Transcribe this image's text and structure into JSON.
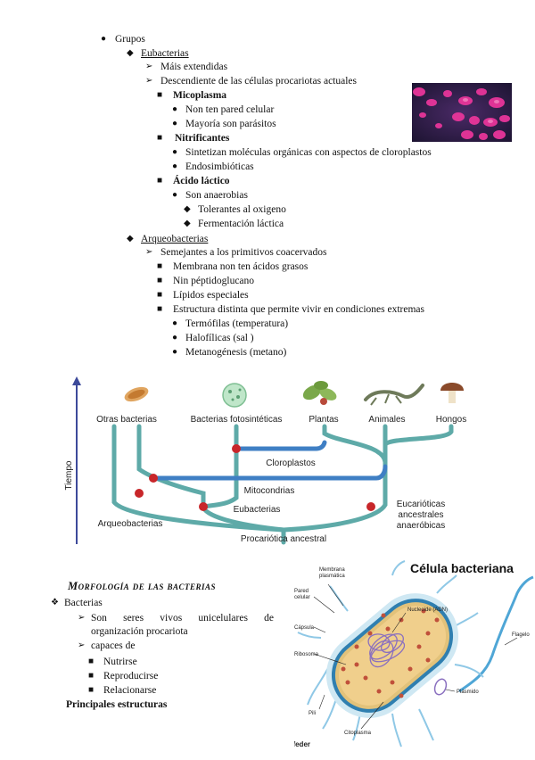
{
  "outline": {
    "grupos": "Grupos",
    "eubacterias": "Eubacterias",
    "mais_extendidas": "Máis extendidas",
    "descendiente": "Descendiente de las células procariotas actuales",
    "micoplasma": "Micoplasma",
    "non_ten_pared": "Non ten pared celular",
    "mayoria": "Mayoría son parásitos",
    "nitrificantes": "Nitrificantes",
    "sintetizan": "Sintetizan moléculas orgánicas con aspectos de cloroplastos",
    "endosimbioticas": "Endosimbióticas",
    "acido_lactico": "Ácido láctico",
    "son_anaerobias": "Son anaerobias",
    "tolerantes": "Tolerantes al oxigeno",
    "fermentacion": "Fermentación láctica",
    "arqueobacterias": "Arqueobacterias",
    "semejantes": "Semejantes a los primitivos coacervados",
    "membrana": "Membrana non ten ácidos grasos",
    "nin_peptido": "Nin péptidoglucano",
    "lipidos": "Lípidos especiales",
    "estructura": "Estructura distinta que permite vivir en condiciones extremas",
    "termofilas": "Termófilas (temperatura)",
    "halofilicas": "Halofílicas (sal )",
    "metanogenesis": "Metanogénesis (metano)"
  },
  "tree": {
    "otras_bacterias": "Otras bacterias",
    "fotosinteticas": "Bacterias fotosintéticas",
    "plantas": "Plantas",
    "animales": "Animales",
    "hongos": "Hongos",
    "tiempo": "Tiempo",
    "cloroplastos": "Cloroplastos",
    "mitocondrias": "Mitocondrias",
    "eubacterias": "Eubacterias",
    "arqueobacterias": "Arqueobacterias",
    "eucarioticas_1": "Eucarióticas",
    "eucarioticas_2": "ancestrales",
    "eucarioticas_3": "anaeróbicas",
    "procariotica": "Procariótica ancestral",
    "colors": {
      "trunk": "#5eaaa8",
      "organelle": "#3f7fc4",
      "node": "#c8262a",
      "axis": "#3d4a9a"
    }
  },
  "morfologia": {
    "heading": "Morfología de las bacterias",
    "bacterias": "Bacterias",
    "son_seres_1": "Son seres vivos unicelulares de",
    "son_seres_2": "organización procariota",
    "capaces": "capaces de",
    "nutrirse": "Nutrirse",
    "reproducirse": "Reproducirse",
    "relacionarse": "Relacionarse",
    "principales": "Principales estructuras"
  },
  "cell": {
    "title": "Célula bacteriana",
    "membrana_1": "Membrana",
    "membrana_2": "plasmática",
    "pared_1": "Pared",
    "pared_2": "celular",
    "capsula": "Cápsula",
    "ribosoma": "Ribosoma",
    "nucleoide": "Nucleoide (ADN)",
    "flagelo": "Flagelo",
    "plasmido": "Plásmido",
    "citoplasma": "Citoplasma",
    "pili": "Pili",
    "logo": "lifeder"
  }
}
